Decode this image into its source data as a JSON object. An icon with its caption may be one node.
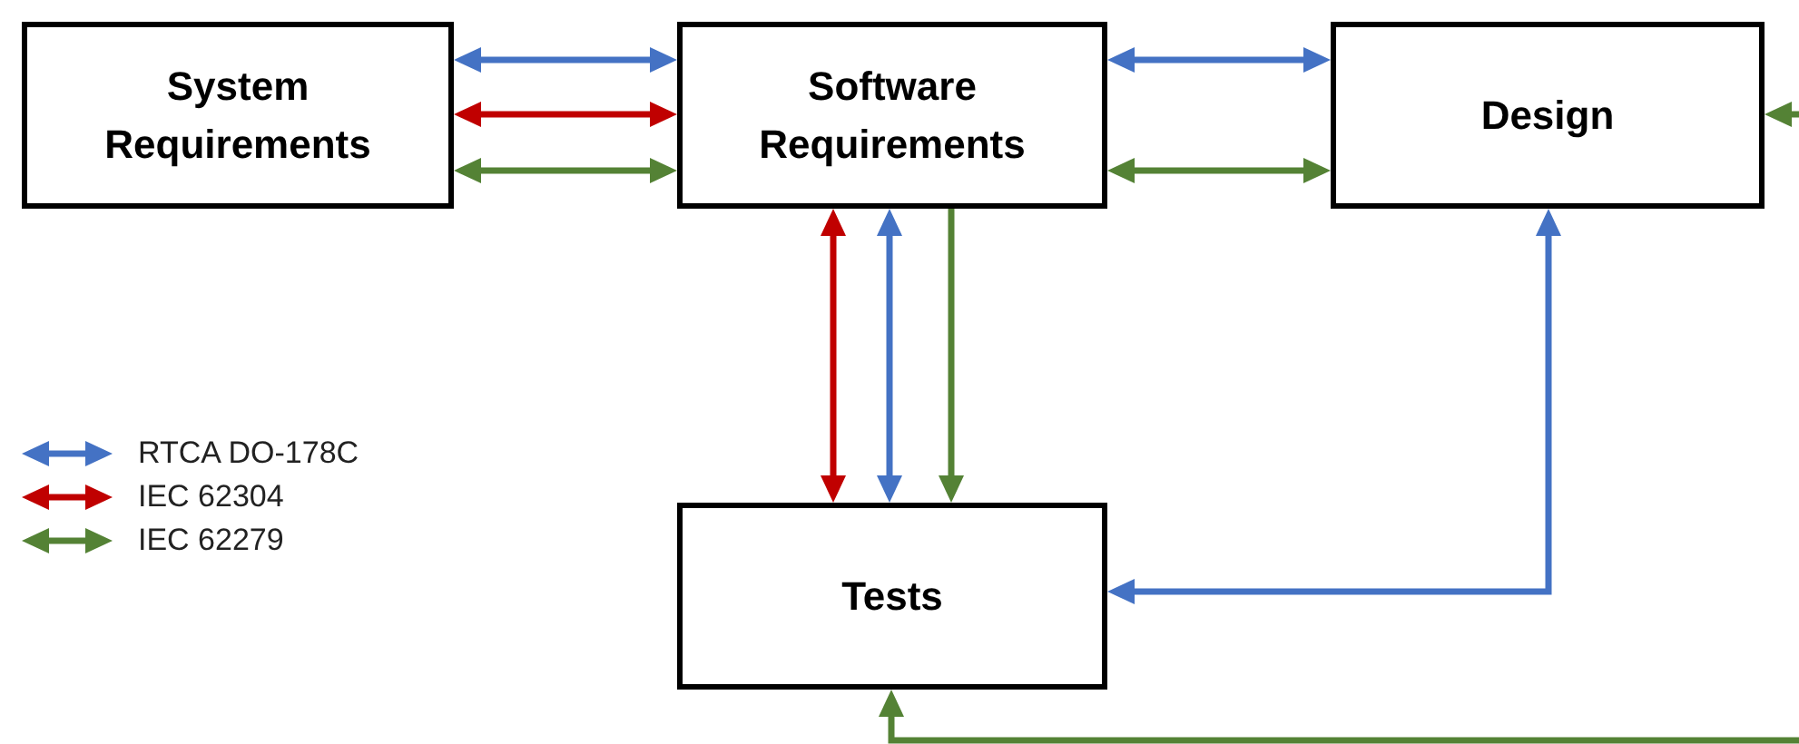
{
  "diagram": {
    "nodes": [
      {
        "text": [
          "System Requirements"
        ]
      },
      {
        "text": [
          "Software Requirements"
        ]
      },
      {
        "text": [
          "Design"
        ]
      },
      {
        "text": [
          "Tests"
        ]
      }
    ],
    "edges": [
      {
        "from": 0,
        "to": 1,
        "arrow": "both",
        "color": "#4472c4"
      },
      {
        "from": 0,
        "to": 1,
        "arrow": "both",
        "color": "#c00000"
      },
      {
        "from": 0,
        "to": 1,
        "arrow": "both",
        "color": "#548235"
      },
      {
        "from": 1,
        "to": 2,
        "arrow": "both",
        "color": "#4472c4"
      },
      {
        "from": 1,
        "to": 2,
        "arrow": "both",
        "color": "#548235"
      },
      {
        "from": 1,
        "to": 3,
        "arrow": "both",
        "color": "#c00000"
      },
      {
        "from": 1,
        "to": 3,
        "arrow": "both",
        "color": "#4472c4"
      },
      {
        "from": 1,
        "to": 3,
        "arrow": "to",
        "color": "#548235"
      },
      {
        "from": 2,
        "to": 3,
        "arrow": "both",
        "color": "#4472c4"
      },
      {
        "from": 3,
        "to": 2,
        "arrow": "both",
        "color": "#548235"
      }
    ],
    "legend": [
      {
        "text": "RTCA DO-178C",
        "color": "#4472c4"
      },
      {
        "text": "IEC 62304",
        "color": "#c00000"
      },
      {
        "text": "IEC 62279",
        "color": "#548235"
      }
    ]
  }
}
